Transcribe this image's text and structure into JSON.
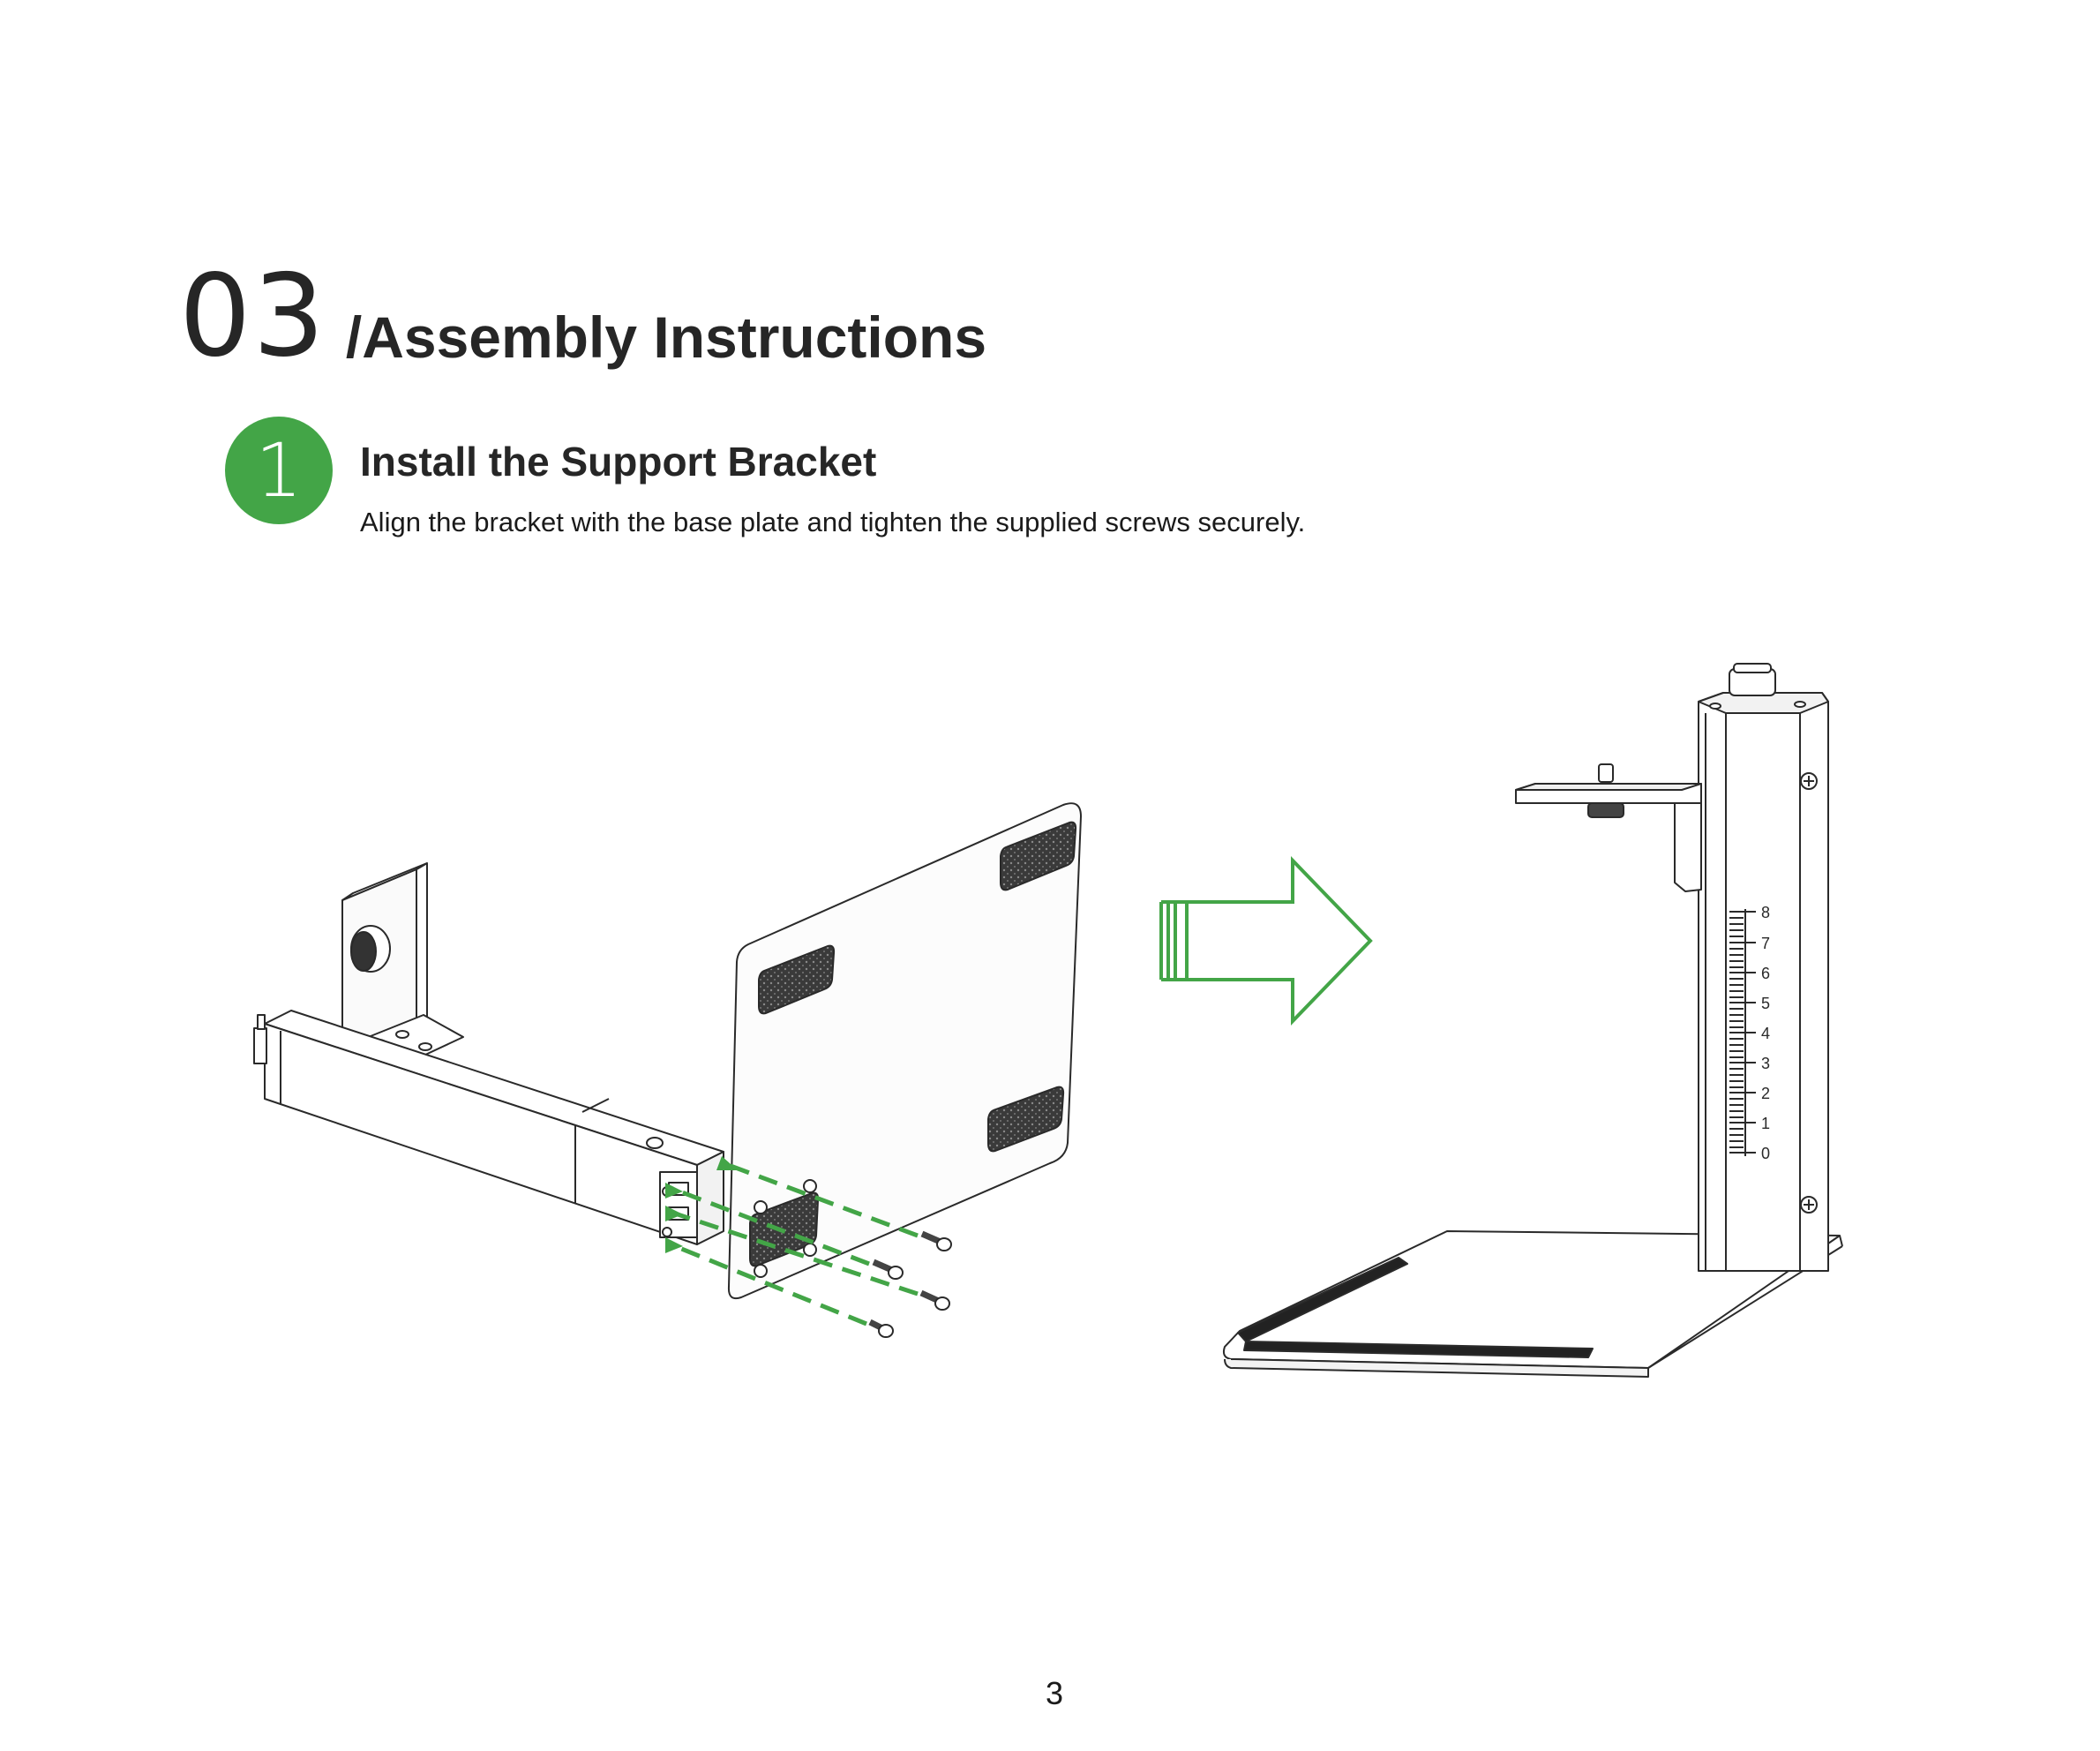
{
  "section": {
    "number": "03",
    "title": "/Assembly Instructions"
  },
  "step": {
    "badge": "1",
    "title": "Install the Support Bracket",
    "description": "Align the bracket with the base plate and tighten the supplied screws securely."
  },
  "scale_labels": [
    "8",
    "7",
    "6",
    "5",
    "4",
    "3",
    "2",
    "1",
    "0"
  ],
  "accent_color": "#43a547",
  "page_number": "3"
}
